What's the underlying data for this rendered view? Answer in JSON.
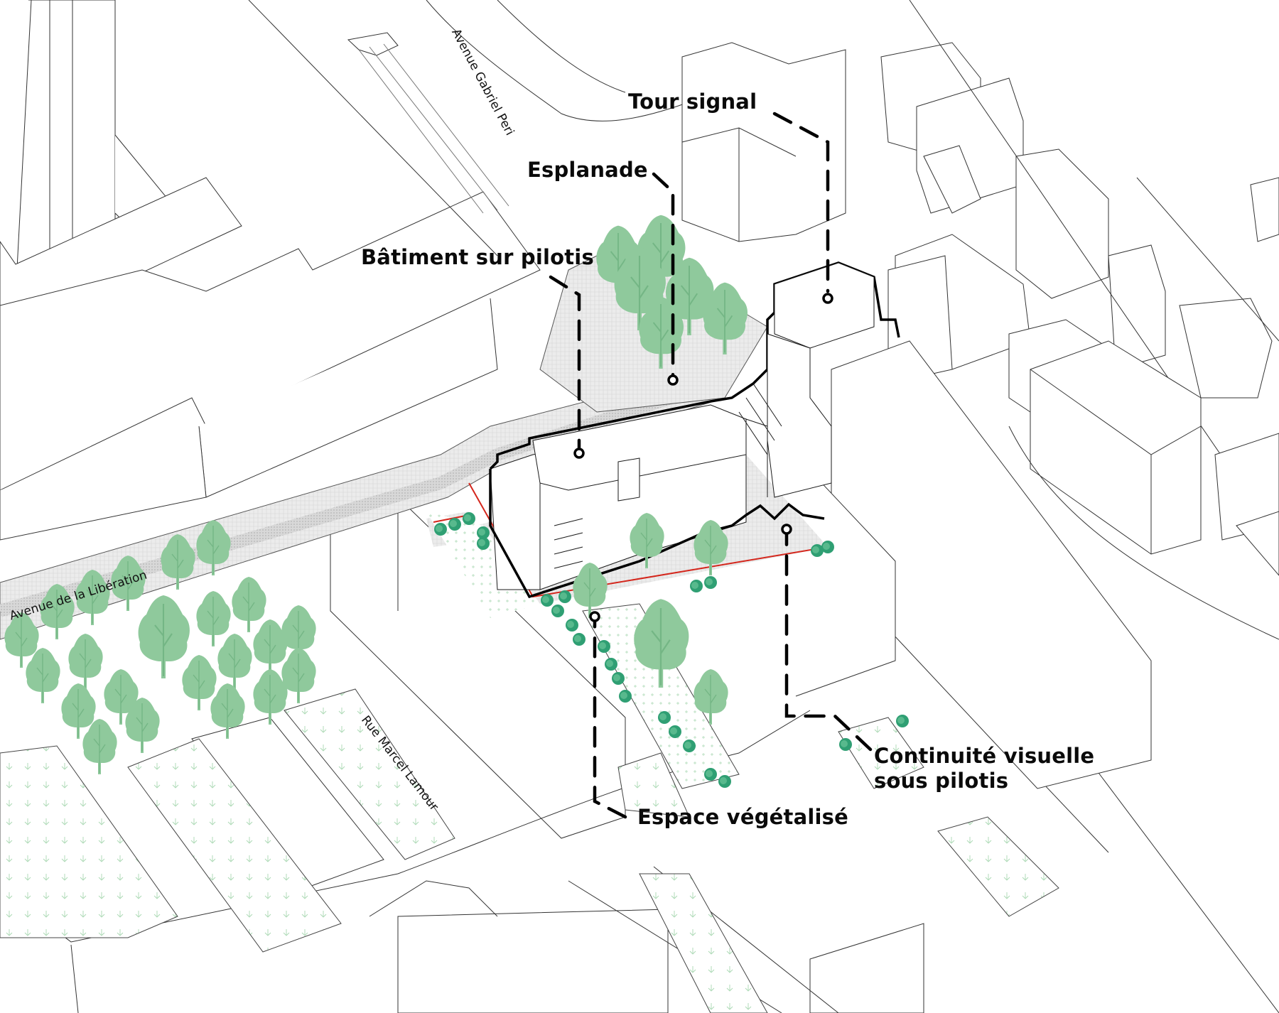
{
  "diagram": {
    "type": "axonometric urban site plan",
    "colors": {
      "outline": "#1a1a1a",
      "highlight_outline": "#000000",
      "tree_fill": "#8cc79a",
      "tree_dark": "#6fb384",
      "shrub_fill": "#2e9e72",
      "site_boundary": "#d4261c",
      "paving": "#e6e6e6",
      "paving_dark": "#cfcfcf",
      "lawn_mark": "#9fd3a8"
    },
    "annotations": [
      {
        "id": "tour-signal",
        "label": "Tour signal"
      },
      {
        "id": "esplanade",
        "label": "Esplanade"
      },
      {
        "id": "batiment-pilotis",
        "label": "Bâtiment sur pilotis"
      },
      {
        "id": "continuite-visuelle",
        "label_line1": "Continuité visuelle",
        "label_line2": "sous pilotis"
      },
      {
        "id": "espace-vegetalise",
        "label": "Espace végétalisé"
      }
    ],
    "streets": [
      {
        "id": "gabriel-peri",
        "label": "Avenue Gabriel Peri"
      },
      {
        "id": "liberation",
        "label": "Avenue de la Libération"
      },
      {
        "id": "marcel-lamour",
        "label": "Rue Marcel Lamour"
      }
    ]
  }
}
